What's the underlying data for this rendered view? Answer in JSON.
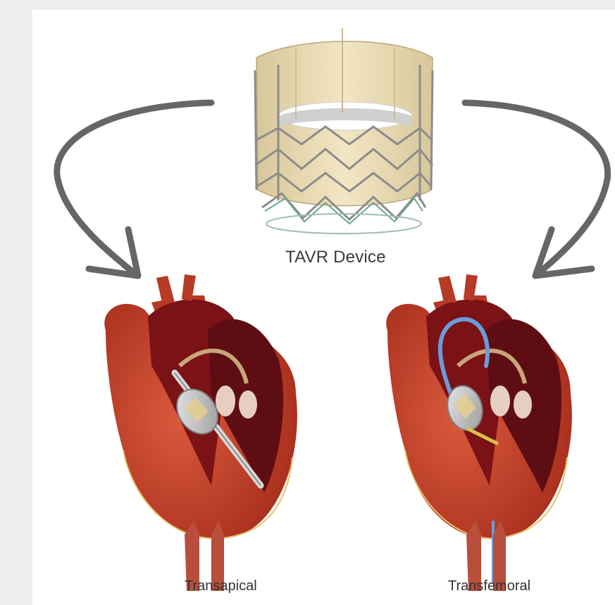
{
  "labels": {
    "device": "TAVR Device",
    "left_approach": "Transapical",
    "right_approach": "Transfemoral"
  },
  "colors": {
    "arrow": "#666666",
    "frame": "#efefef",
    "tissue_beige": "#ecdcb0",
    "heart_red": "#c43a24",
    "chamber_dark": "#7a1216",
    "catheter_blue": "#6d9bd8"
  },
  "icons": {
    "device": "tavr-valve-icon",
    "heart_left": "heart-transapical-icon",
    "heart_right": "heart-transfemoral-icon"
  }
}
